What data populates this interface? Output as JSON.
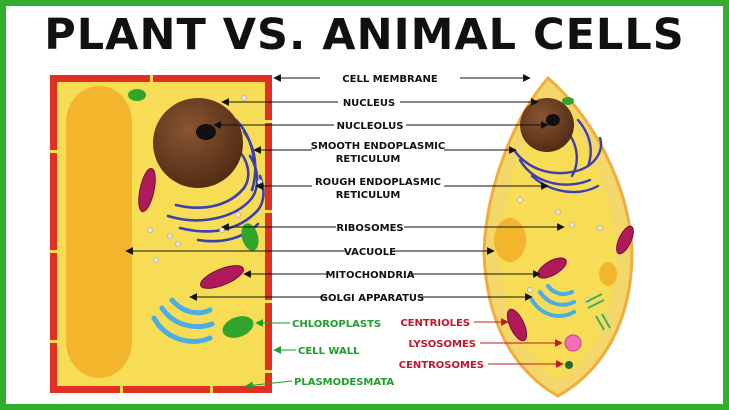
{
  "title": "PLANT VS. ANIMAL CELLS",
  "labels": {
    "cell_membrane": "CELL MEMBRANE",
    "nucleus": "NUCLEUS",
    "nucleolus": "NUCLEOLUS",
    "smooth_er_1": "SMOOTH ENDOPLASMIC",
    "smooth_er_2": "RETICULUM",
    "rough_er_1": "ROUGH ENDOPLASMIC",
    "rough_er_2": "RETICULUM",
    "ribosomes": "RIBOSOMES",
    "vacuole": "VACUOLE",
    "mitochondria": "MITOCHONDRIA",
    "golgi": "GOLGI APPARATUS",
    "chloroplasts": "CHLOROPLASTS",
    "cell_wall": "CELL WALL",
    "plasmodesmata": "PLASMODESMATA",
    "centrioles": "CENTRIOLES",
    "lysosomes": "LYSOSOMES",
    "centrosomes": "CENTROSOMES"
  },
  "colors": {
    "border": "#2fae2f",
    "shared_label": "#111111",
    "plant_label": "#1e9e2a",
    "animal_label": "#c0182a",
    "cytoplasm": "#f7dc55",
    "cell_wall": "#d8281e"
  }
}
